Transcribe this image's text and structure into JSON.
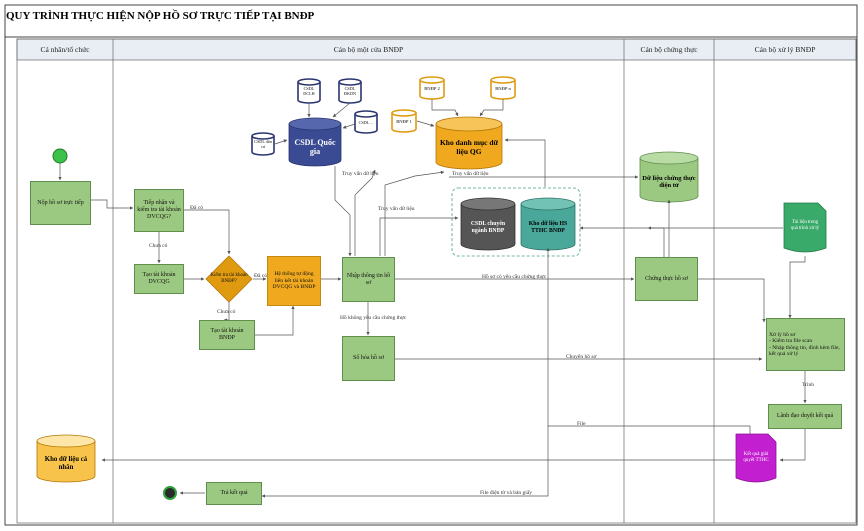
{
  "title": "QUY TRÌNH THỰC HIỆN NỘP HỒ SƠ TRỰC TIẾP TẠI BNĐP",
  "lanes": [
    "Cá nhân/tổ chức",
    "Cán bộ một cửa BNĐP",
    "Cán bộ chứng thực",
    "Cán bộ xử lý BNĐP"
  ],
  "nodes": {
    "nop_ho_so": "Nộp hồ sơ trực tiếp",
    "tiep_nhan": "Tiếp nhận và kiểm tra tài khoản DVCQG?",
    "tao_tk_dvcqg": "Tạo tài khoản DVCQG",
    "kiem_tra_tk_bndp": "Kiểm tra tài khoản BNĐP?",
    "tao_tk_bndp": "Tạo tài khoản BNĐP",
    "he_thong": "Hệ thống tự động liên kết tài khoản DVCQG và BNĐP",
    "nhap_thong_tin": "Nhập thông tin hồ sơ",
    "so_hoa": "Số hóa hồ sơ",
    "chung_thuc": "Chứng thực hồ sơ",
    "xu_ly": "Xử lý hồ sơ\n- Kiểm tra file scan\n- Nhập thông tin, đính kèm file, kết quả xử lý",
    "lanh_dao": "Lãnh đạo duyệt kết quả",
    "tra_ket_qua": "Trả kết quả",
    "kho_du_lieu_ca_nhan": "Kho dữ liệu cá nhân",
    "csdl_quoc_gia": "CSDL Quốc gia",
    "kho_danh_muc": "Kho danh mục dữ liệu QG",
    "du_lieu_chung_thuc": "Dữ liệu chứng thực điện tử",
    "csdl_chuyen_nganh": "CSDL chuyên ngành BNĐP",
    "kho_du_lieu_hs": "Kho dữ liệu HS TTHC BNĐP",
    "tai_lieu": "Tài liệu trong quá trình xử lý",
    "ket_qua_giai_quyet": "Kết quả giải quyết TTHC"
  },
  "small_dbs": {
    "dbs": [
      "CSDL DCLH",
      "CSDL ĐKDN",
      "CSDL ...",
      "CSDL dân cư"
    ],
    "bndp": [
      "BNĐP 2",
      "BNĐP n",
      "BNĐP 1"
    ]
  },
  "edge_labels": {
    "da_co_1": "Đã có",
    "chua_co_1": "Chưa có",
    "da_co_2": "Đã có",
    "chua_co_2": "Chưa có",
    "truy_van_1": "Truy vấn dữ liệu",
    "truy_van_2": "Truy vấn dữ liệu",
    "truy_van_3": "Truy vấn dữ liệu",
    "co_yeu_cau": "Hồ sơ có yêu cầu chứng thực",
    "khong_yeu_cau": "Hồ không yêu cầu chứng thực",
    "chuyen_ho_so": "Chuyển hồ sơ",
    "trinh": "Trình",
    "file": "File",
    "file_dien_tu": "File điện tử và bản giấy"
  }
}
